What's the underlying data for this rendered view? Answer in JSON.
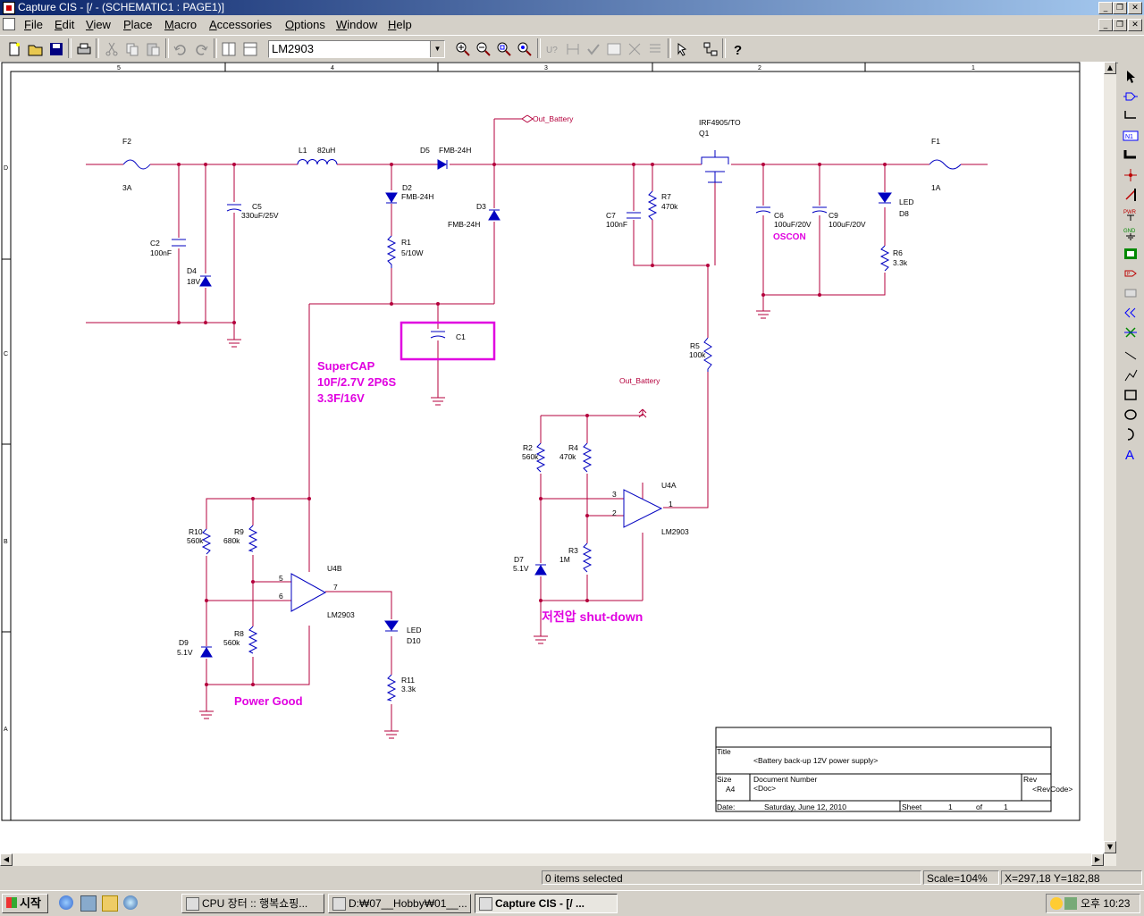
{
  "window": {
    "title": "Capture CIS - [/ - (SCHEMATIC1 : PAGE1)]"
  },
  "menubar": [
    "File",
    "Edit",
    "View",
    "Place",
    "Macro",
    "Accessories",
    "Options",
    "Window",
    "Help"
  ],
  "toolbar": {
    "part_combo_value": "LM2903"
  },
  "schematic": {
    "border_columns": [
      "5",
      "4",
      "3",
      "2",
      "1"
    ],
    "border_rows": [
      "D",
      "C",
      "B",
      "A"
    ],
    "net_labels": {
      "out_battery_top": "Out_Battery",
      "out_battery_mid": "Out_Battery"
    },
    "components": {
      "F2": "F2",
      "F2_val": "3A",
      "L1": "L1",
      "L1_val": "82uH",
      "D5": "D5",
      "D5_val": "FMB-24H",
      "D2": "D2",
      "D2_val": "FMB-24H",
      "D3": "D3",
      "D3_val": "FMB-24H",
      "C5": "C5",
      "C5_val": "330uF/25V",
      "C2": "C2",
      "C2_val": "100nF",
      "D4": "D4",
      "D4_val": "18V",
      "R1": "R1",
      "R1_val": "5/10W",
      "C1": "C1",
      "Q1_part": "IRF4905/TO",
      "Q1": "Q1",
      "R7": "R7",
      "R7_val": "470k",
      "C7": "C7",
      "C7_val": "100nF",
      "C6": "C6",
      "C6_val": "100uF/20V",
      "C9": "C9",
      "C9_val": "100uF/20V",
      "D8_label": "LED",
      "D8": "D8",
      "R6": "R6",
      "R6_val": "3.3k",
      "F1": "F1",
      "F1_val": "1A",
      "R5": "R5",
      "R5_val": "100k",
      "R2": "R2",
      "R2_val": "560k",
      "R4": "R4",
      "R4_val": "470k",
      "R3": "R3",
      "R3_val": "1M",
      "D7": "D7",
      "D7_val": "5.1V",
      "U4A": "U4A",
      "U4A_part": "LM2903",
      "R10": "R10",
      "R10_val": "560k",
      "R9": "R9",
      "R9_val": "680k",
      "R8": "R8",
      "R8_val": "560k",
      "D9": "D9",
      "D9_val": "5.1V",
      "U4B": "U4B",
      "U4B_part": "LM2903",
      "D10_label": "LED",
      "D10": "D10",
      "R11": "R11",
      "R11_val": "3.3k",
      "pin3": "3",
      "pin2": "2",
      "pin1": "1",
      "pin5": "5",
      "pin6": "6",
      "pin7": "7"
    },
    "annotations": {
      "supercap_1": "SuperCAP",
      "supercap_2": "10F/2.7V 2P6S",
      "supercap_3": "3.3F/16V",
      "oscon": "OSCON",
      "shutdown": "저전압 shut-down",
      "power_good": "Power Good"
    },
    "title_block": {
      "title_label": "Title",
      "title_value": "<Battery back-up 12V power supply>",
      "size_label": "Size",
      "size_value": "A4",
      "docnum_label": "Document Number",
      "docnum_value": "<Doc>",
      "rev_label": "Rev",
      "rev_value": "<RevCode>",
      "date_label": "Date:",
      "date_value": "Saturday, June 12, 2010",
      "sheet_label": "Sheet",
      "sheet_num": "1",
      "of_label": "of",
      "sheet_total": "1"
    }
  },
  "statusbar": {
    "selection": "0 items selected",
    "scale": "Scale=104%",
    "coords": "X=297,18  Y=182,88"
  },
  "taskbar": {
    "start_label": "시작",
    "tasks": [
      "CPU 장터 :: 행복쇼핑...",
      "D:₩07__Hobby₩01__...",
      "Capture CIS - [/ ..."
    ],
    "clock": "오후 10:23"
  },
  "colors": {
    "wire": "#b4003c",
    "part": "#0000c0",
    "annotation": "#e000e0",
    "selection_box": "#e000e0"
  }
}
